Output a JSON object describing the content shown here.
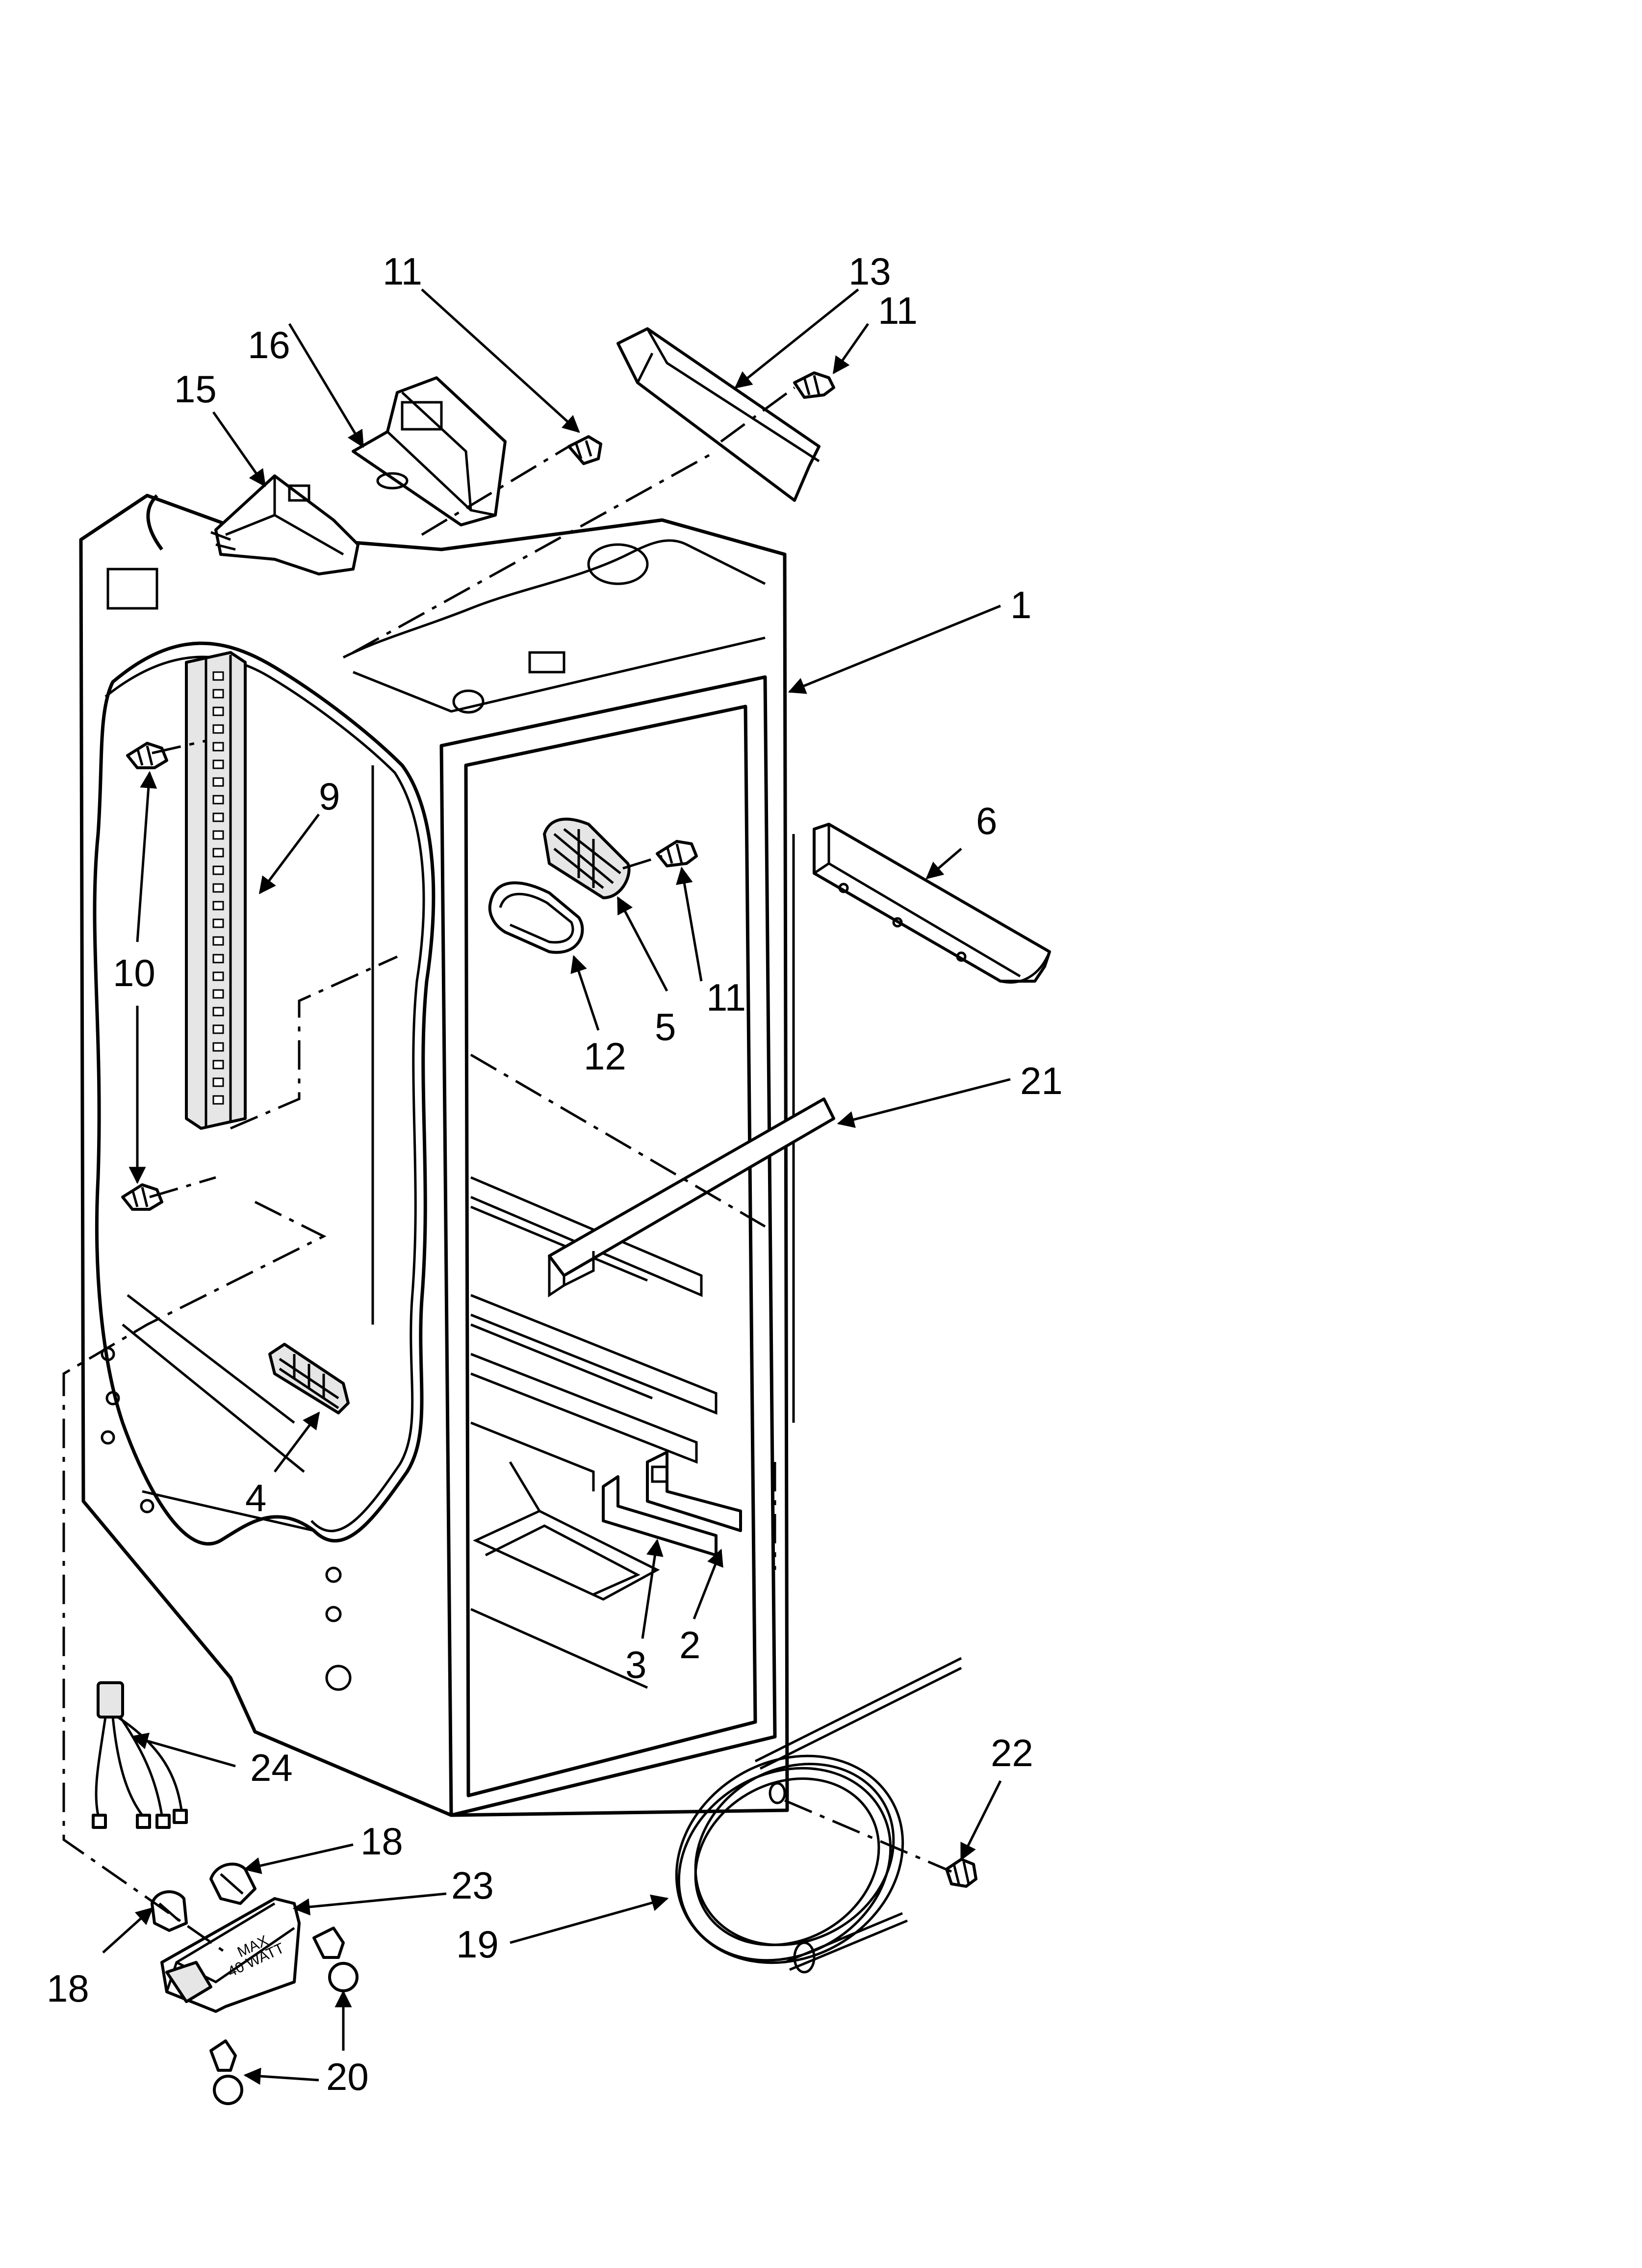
{
  "diagram": {
    "callouts": {
      "c1": "1",
      "c2": "2",
      "c3": "3",
      "c4": "4",
      "c5": "5",
      "c6": "6",
      "c9": "9",
      "c10": "10",
      "c11a": "11",
      "c11b": "11",
      "c11c": "11",
      "c12": "12",
      "c13": "13",
      "c15": "15",
      "c16": "16",
      "c18a": "18",
      "c18b": "18",
      "c19": "19",
      "c20": "20",
      "c21": "21",
      "c22": "22",
      "c23": "23",
      "c24": "24"
    },
    "lamp_socket_label_line1": "MAX",
    "lamp_socket_label_line2": "40 WATT"
  }
}
